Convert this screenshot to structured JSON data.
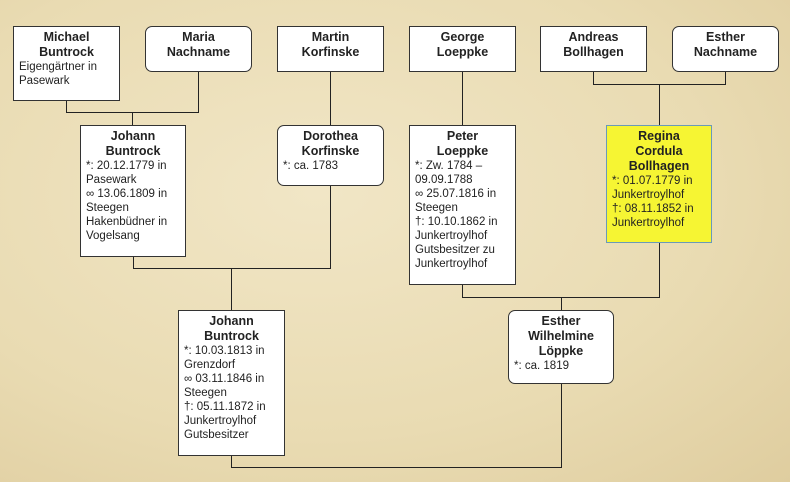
{
  "persons": {
    "michael": {
      "name": [
        "Michael",
        "Buntrock"
      ],
      "details": [
        "Eigengärtner in",
        "Pasewark"
      ]
    },
    "maria": {
      "name": [
        "Maria",
        "Nachname"
      ],
      "details": []
    },
    "martin": {
      "name": [
        "Martin",
        "Korfinske"
      ],
      "details": []
    },
    "george": {
      "name": [
        "George",
        "Loeppke"
      ],
      "details": []
    },
    "andreas": {
      "name": [
        "Andreas",
        "Bollhagen"
      ],
      "details": []
    },
    "esther_n": {
      "name": [
        "Esther",
        "Nachname"
      ],
      "details": []
    },
    "johann1": {
      "name": [
        "Johann",
        "Buntrock"
      ],
      "details": [
        "*: 20.12.1779 in",
        "Pasewark",
        "∞ 13.06.1809 in",
        "Steegen",
        "Hakenbüdner in",
        "Vogelsang"
      ]
    },
    "dorothea": {
      "name": [
        "Dorothea",
        "Korfinske"
      ],
      "details": [
        "*: ca. 1783"
      ]
    },
    "peter": {
      "name": [
        "Peter",
        "Loeppke"
      ],
      "details": [
        "*: Zw. 1784 –",
        "09.09.1788",
        "∞ 25.07.1816 in",
        "Steegen",
        "†: 10.10.1862 in",
        "Junkertroylhof",
        "Gutsbesitzer zu",
        "Junkertroylhof"
      ]
    },
    "regina": {
      "name": [
        "Regina",
        "Cordula",
        "Bollhagen"
      ],
      "details": [
        "*: 01.07.1779 in",
        "Junkertroylhof",
        "†: 08.11.1852 in",
        "Junkertroylhof"
      ]
    },
    "johann2": {
      "name": [
        "Johann",
        "Buntrock"
      ],
      "details": [
        "*: 10.03.1813 in",
        "Grenzdorf",
        "∞ 03.11.1846 in",
        "Steegen",
        "†: 05.11.1872 in",
        "Junkertroylhof",
        "Gutsbesitzer"
      ]
    },
    "esther_w": {
      "name": [
        "Esther",
        "Wilhelmine",
        "Löppke"
      ],
      "details": [
        "*: ca. 1819"
      ]
    }
  },
  "colors": {
    "highlight": "#f6f533",
    "background": "#ecdfb8"
  }
}
